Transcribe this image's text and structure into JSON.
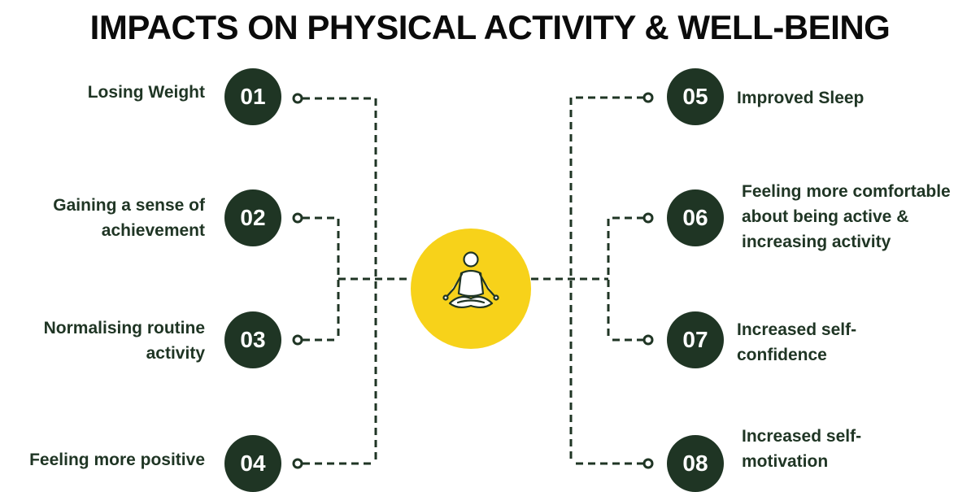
{
  "title": "IMPACTS ON PHYSICAL ACTIVITY & WELL-BEING",
  "colors": {
    "badge": "#1f3524",
    "line": "#1f3524",
    "hub": "#f7d21a",
    "title": "#0b0b0b"
  },
  "center_icon": "meditation-person-icon",
  "items": [
    {
      "number": "01",
      "lines": [
        "Losing Weight"
      ]
    },
    {
      "number": "02",
      "lines": [
        "Gaining a sense of",
        "achievement"
      ]
    },
    {
      "number": "03",
      "lines": [
        "Normalising routine",
        "activity"
      ]
    },
    {
      "number": "04",
      "lines": [
        "Feeling more positive"
      ]
    },
    {
      "number": "05",
      "lines": [
        "Improved Sleep"
      ]
    },
    {
      "number": "06",
      "lines": [
        "Feeling more comfortable",
        "about being active &",
        "increasing activity"
      ]
    },
    {
      "number": "07",
      "lines": [
        "Increased self-",
        "confidence"
      ]
    },
    {
      "number": "08",
      "lines": [
        "Increased self-",
        "motivation"
      ]
    }
  ]
}
